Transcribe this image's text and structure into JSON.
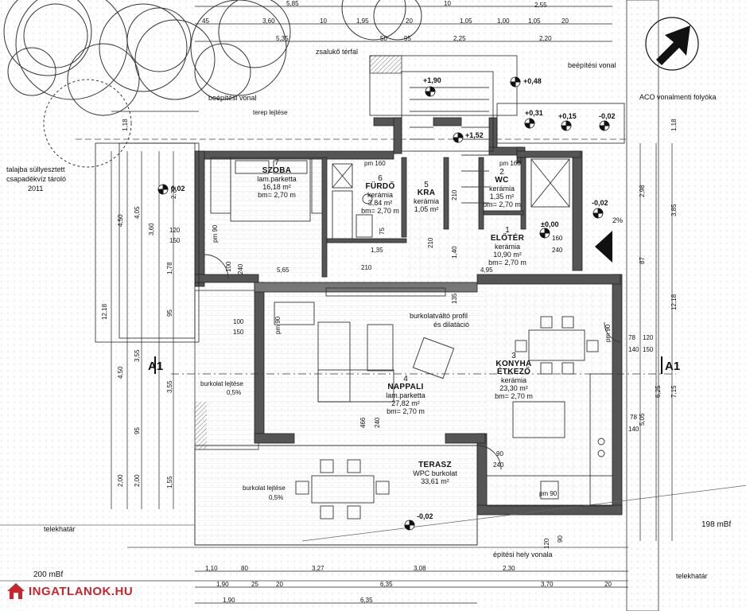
{
  "rooms": {
    "szoba": {
      "num": "7",
      "name": "SZOBA",
      "floor": "lam.parketta",
      "area": "16,18 m²",
      "height": "bm= 2,70 m"
    },
    "furdo": {
      "num": "6",
      "name": "FÜRDŐ",
      "floor": "kerámia",
      "area": "3,84 m²",
      "height": "bm= 2,70 m"
    },
    "kamra": {
      "num": "5",
      "name": "KRA",
      "floor": "kerámia",
      "area": "1,05 m²"
    },
    "wc": {
      "num": "2",
      "name": "WC",
      "floor": "kerámia",
      "area": "1,35 m²",
      "height": "bm= 2,70 m"
    },
    "eloter": {
      "num": "1",
      "name": "ELŐTÉR",
      "floor": "kerámia",
      "area": "10,90 m²",
      "height": "bm= 2,70 m"
    },
    "nappali": {
      "num": "4",
      "name": "NAPPALI",
      "floor": "lam.parketta",
      "area": "27,82 m²",
      "height": "bm= 2,70 m"
    },
    "konyha": {
      "num": "3",
      "name": "KONYHA",
      "name2": "ÉTKEZŐ",
      "floor": "kerámia",
      "area": "23,30 m²",
      "height": "bm= 2,70 m"
    },
    "terasz": {
      "name": "TERASZ",
      "floor": "WPC burkolat",
      "area": "33,61 m²"
    }
  },
  "notes": {
    "zsaluko": "zsalukő térfal",
    "beepitesi1": "beépítési vonal",
    "beepitesi2": "beépítési vonal",
    "terep": "terep lejtése",
    "aco": "ACO vonalmenti folyóka",
    "talaj1": "talajba süllyesztett",
    "talaj2": "csapadékvíz tároló",
    "talaj3": "2011",
    "burkolatvalto1": "burkolatváltó profil",
    "burkolatvalto2": "és dilatáció",
    "burkolat1": "burkolat lejtése",
    "burkolat1pct": "0,5%",
    "burkolat2": "burkolat lejtése",
    "burkolat2pct": "0,5%",
    "telekhatar1": "telekhatár",
    "telekhatar2": "telekhatár",
    "epitesi": "építési hely vonala",
    "mbf200": "200 mBf",
    "mbf198": "198 mBf",
    "pct2": "2%",
    "pm160a": "pm 160",
    "pm160b": "pm 160",
    "pm90a": "pm 90",
    "pm90b": "pm 90",
    "pm90c": "pm 90",
    "pm90d": "pm 90",
    "section": "A1"
  },
  "levels": {
    "l1": "+1,90",
    "l2": "+0,48",
    "l3": "+0,31",
    "l4": "+0,15",
    "l5": "-0,02",
    "l6": "+1,52",
    "l7": "0,02",
    "l8": "-0,02",
    "l9": "±0,00",
    "l10": "-0,02"
  },
  "dims": {
    "top1": [
      "5,85",
      "10",
      "2,55"
    ],
    "top2": [
      "45",
      "3,60",
      "10",
      "1,95",
      "20",
      "1,05",
      "1,00",
      "1,05",
      "20"
    ],
    "top3": [
      "5,35",
      "50",
      "95",
      "2,25",
      "2,20"
    ],
    "bot1": [
      "1,10",
      "80",
      "3,27",
      "3,08",
      "2,30"
    ],
    "bot2": [
      "1,90",
      "25",
      "20",
      "6,35",
      "3,70",
      "20"
    ],
    "bot3": [
      "1,90",
      "6,35"
    ],
    "left": [
      "12,18",
      "4,05",
      "4,50",
      "3,60",
      "1,78",
      "95",
      "3,55",
      "2,00",
      "1,55",
      "4,50",
      "3,55",
      "95",
      "2,00"
    ],
    "right": [
      "3,85",
      "2,98",
      "12,18",
      "7,15",
      "6,25",
      "5,05",
      "87"
    ],
    "inner": [
      "120",
      "150",
      "100",
      "150",
      "240",
      "100",
      "5,65",
      "4,95",
      "210",
      "1,35",
      "1,40",
      "135",
      "210",
      "466",
      "240",
      "90",
      "240",
      "78",
      "120",
      "140",
      "150",
      "78",
      "140",
      "160",
      "240",
      "210",
      "75",
      "120",
      "90",
      "2,72",
      "1,18",
      "1,18"
    ]
  },
  "brand": {
    "name": "INGATLANOK.HU",
    "color": "#c9262c"
  },
  "compass": "north-arrow"
}
